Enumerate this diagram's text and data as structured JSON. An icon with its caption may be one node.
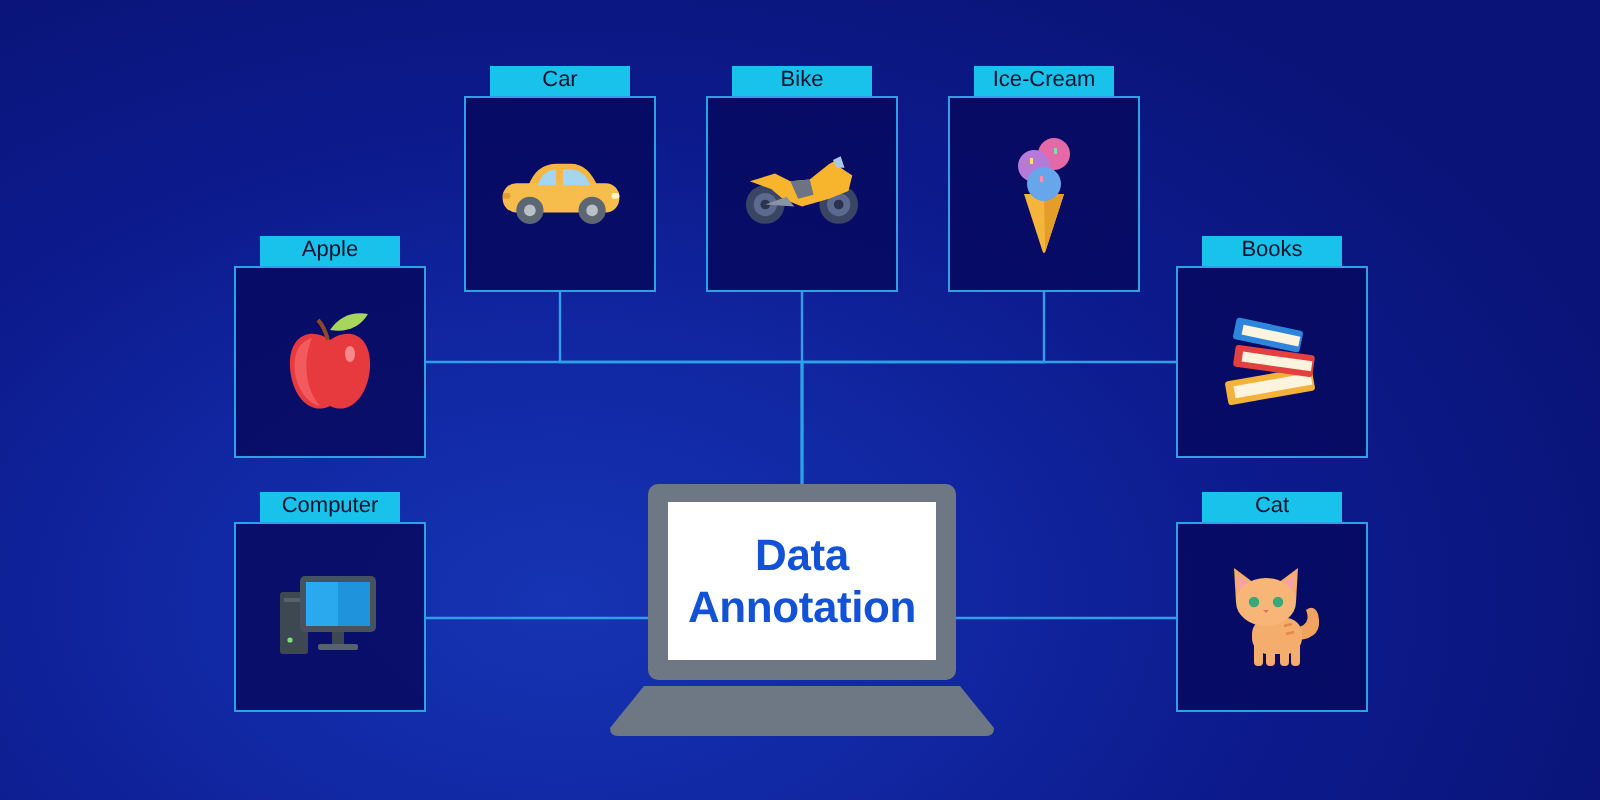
{
  "diagram": {
    "nodes": [
      {
        "text": [
          "Car"
        ]
      },
      {
        "text": [
          "Bike"
        ]
      },
      {
        "text": [
          "Ice-Cream"
        ]
      },
      {
        "text": [
          "Apple"
        ]
      },
      {
        "text": [
          "Books"
        ]
      },
      {
        "text": [
          "Computer"
        ]
      },
      {
        "text": [
          "Data Annotation"
        ]
      },
      {
        "text": [
          "Cat"
        ]
      }
    ],
    "edges": [
      {
        "from": 0,
        "to": 6,
        "arrow": "none"
      },
      {
        "from": 1,
        "to": 6,
        "arrow": "none"
      },
      {
        "from": 2,
        "to": 6,
        "arrow": "none"
      },
      {
        "from": 3,
        "to": 6,
        "arrow": "none"
      },
      {
        "from": 4,
        "to": 6,
        "arrow": "none"
      },
      {
        "from": 5,
        "to": 6,
        "arrow": "none"
      },
      {
        "from": 7,
        "to": 6,
        "arrow": "none"
      }
    ]
  }
}
